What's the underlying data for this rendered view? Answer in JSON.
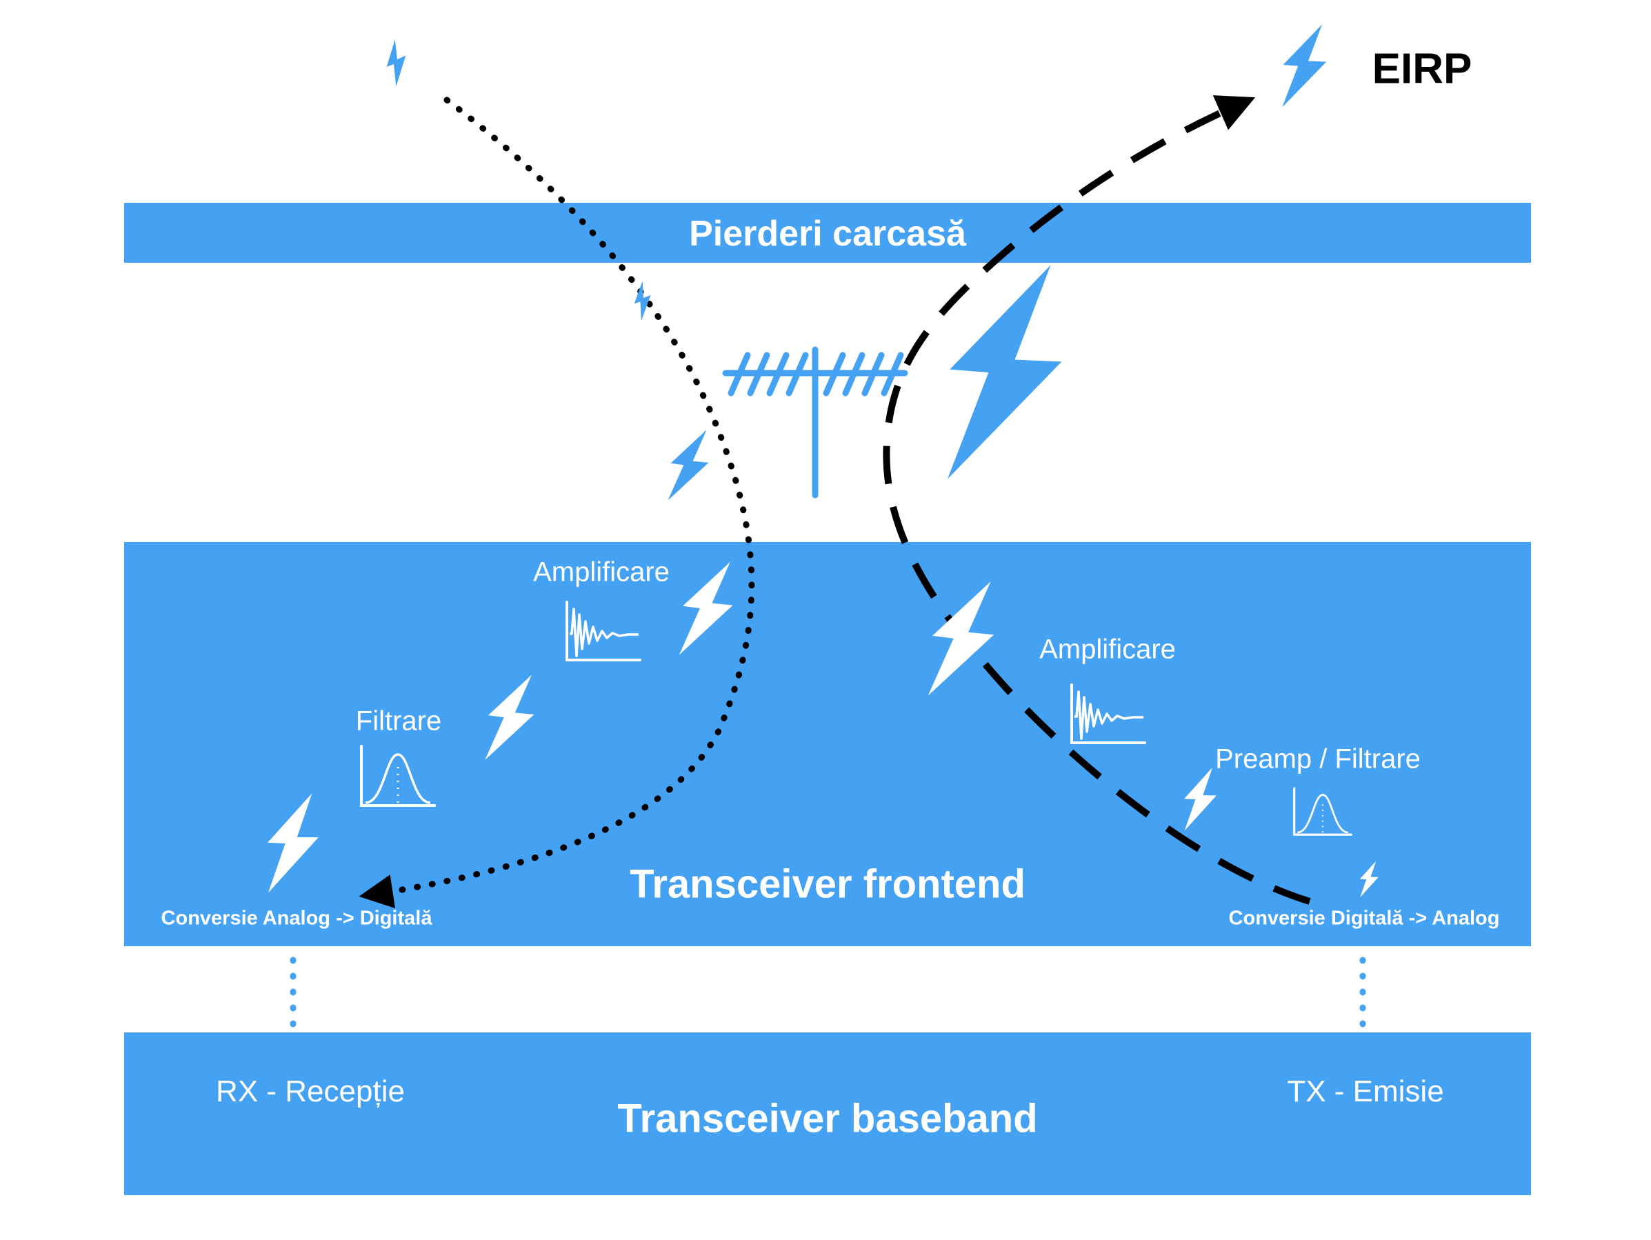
{
  "colors": {
    "accent_blue": "#45A1F2",
    "label_white": "#FFFFFF",
    "arrow_black": "#000000"
  },
  "annotations": {
    "eirp": "EIRP"
  },
  "bands": {
    "case_loss": {
      "title": "Pierderi carcasă"
    },
    "frontend": {
      "title": "Transceiver frontend",
      "rx_chain": {
        "amplify": "Amplificare",
        "filter": "Filtrare",
        "adc": "Conversie Analog -> Digitală"
      },
      "tx_chain": {
        "amplify": "Amplificare",
        "preamp_filter": "Preamp / Filtrare",
        "dac": "Conversie Digitală -> Analog"
      }
    },
    "baseband": {
      "title": "Transceiver baseband",
      "rx": "RX - Recepție",
      "tx": "TX - Emisie"
    }
  },
  "icons": {
    "lightning_bolt": "bolt-shape",
    "antenna": "yagi-antenna",
    "gain_chart": "damped-waveform",
    "filter_chart": "bell-curve"
  }
}
